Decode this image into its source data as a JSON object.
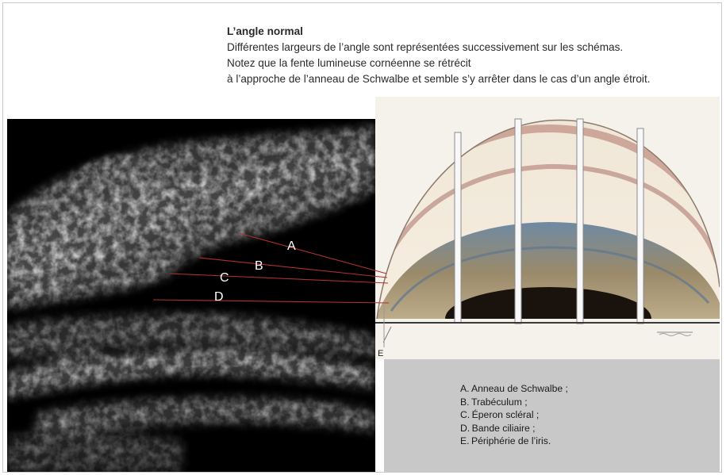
{
  "caption": {
    "title": "L’angle normal",
    "lines": [
      "Différentes largeurs de l’angle sont représentées successivement sur les schémas.",
      "Notez que la fente lumineuse cornéenne se rétrécit",
      "à l’approche de l’anneau de Schwalbe et semble s’y arrêter dans le cas d’un angle étroit."
    ]
  },
  "labels": {
    "a": "A",
    "b": "B",
    "c": "C",
    "d": "D",
    "e": "E"
  },
  "legend": [
    "A. Anneau de Schwalbe ;",
    "B. Trabéculum ;",
    "C. Éperon scléral ;",
    "D. Bande ciliaire ;",
    "E. Périphérie de l’iris."
  ],
  "colors": {
    "leader_line": "#b03030",
    "legend_bg": "#c8c8c8",
    "photo_bg": "#000000"
  }
}
